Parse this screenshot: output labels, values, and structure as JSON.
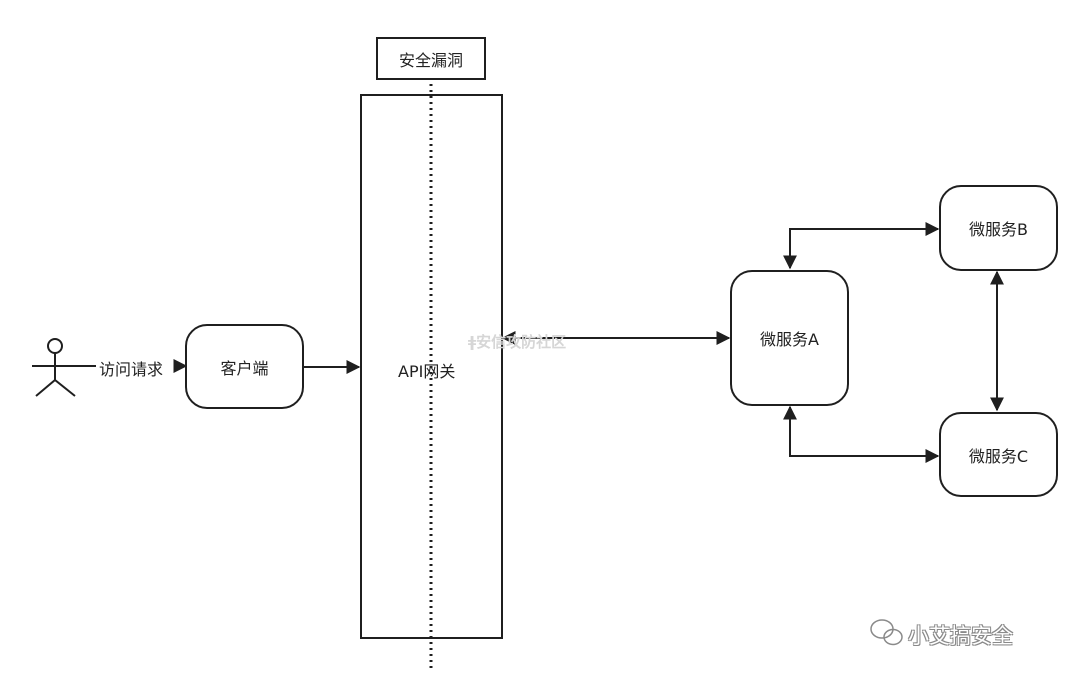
{
  "diagram": {
    "actor_label": "访问请求",
    "client_label": "客户端",
    "gateway_label": "API网关",
    "vulnerability_label": "安全漏洞",
    "service_a_label": "微服务A",
    "service_b_label": "微服务B",
    "service_c_label": "微服务C"
  },
  "watermarks": {
    "faint_text": "ǂ安信攻防社区",
    "corner_text": "小艾搞安全"
  },
  "colors": {
    "line": "#1f1f1f",
    "background": "#ffffff"
  }
}
